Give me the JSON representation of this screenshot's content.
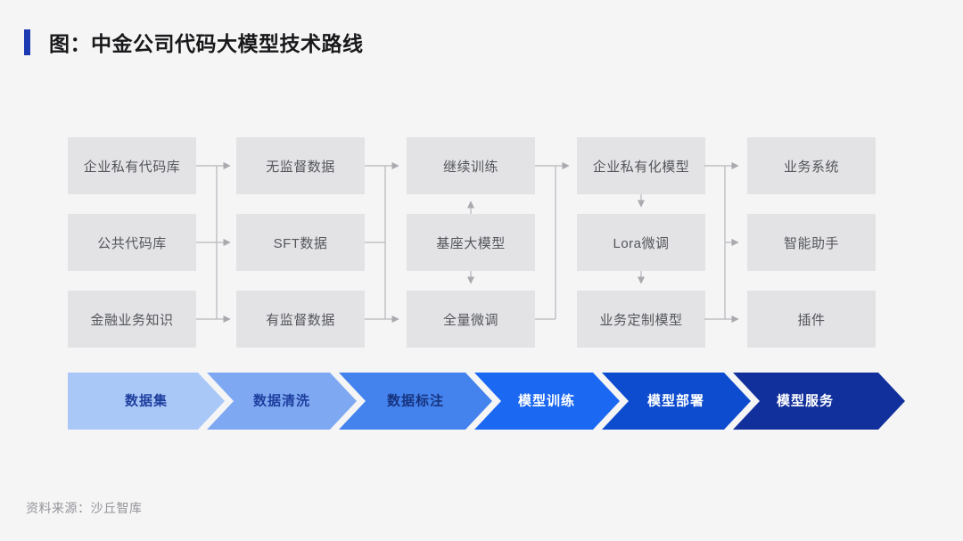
{
  "header": {
    "title": "图：中金公司代码大模型技术路线"
  },
  "footer": {
    "source": "资料来源：沙丘智库"
  },
  "flowchart": {
    "columns": [
      {
        "name": "knowledge-sources",
        "boxes": [
          "企业私有代码库",
          "公共代码库",
          "金融业务知识"
        ]
      },
      {
        "name": "data-types",
        "boxes": [
          "无监督数据",
          "SFT数据",
          "有监督数据"
        ]
      },
      {
        "name": "training",
        "boxes": [
          "继续训练",
          "基座大模型",
          "全量微调"
        ]
      },
      {
        "name": "models",
        "boxes": [
          "企业私有化模型",
          "Lora微调",
          "业务定制模型"
        ]
      },
      {
        "name": "applications",
        "boxes": [
          "业务系统",
          "智能助手",
          "插件"
        ]
      }
    ]
  },
  "stages": [
    {
      "label": "数据集",
      "color": "#aac8f7",
      "text_color": "#1e3f9e"
    },
    {
      "label": "数据清洗",
      "color": "#7ea9f2",
      "text_color": "#1e3f9e"
    },
    {
      "label": "数据标注",
      "color": "#4483ee",
      "text_color": "#16337f"
    },
    {
      "label": "模型训练",
      "color": "#1b68f2",
      "text_color": "#ffffff"
    },
    {
      "label": "模型部署",
      "color": "#0d4cce",
      "text_color": "#ffffff"
    },
    {
      "label": "模型服务",
      "color": "#12309c",
      "text_color": "#ffffff"
    }
  ],
  "colors": {
    "accent_bar": "#1c3ab2",
    "box_fill": "#e3e3e5",
    "box_text": "#54565b",
    "connector": "#b5b6b9",
    "background": "#f5f5f6"
  }
}
